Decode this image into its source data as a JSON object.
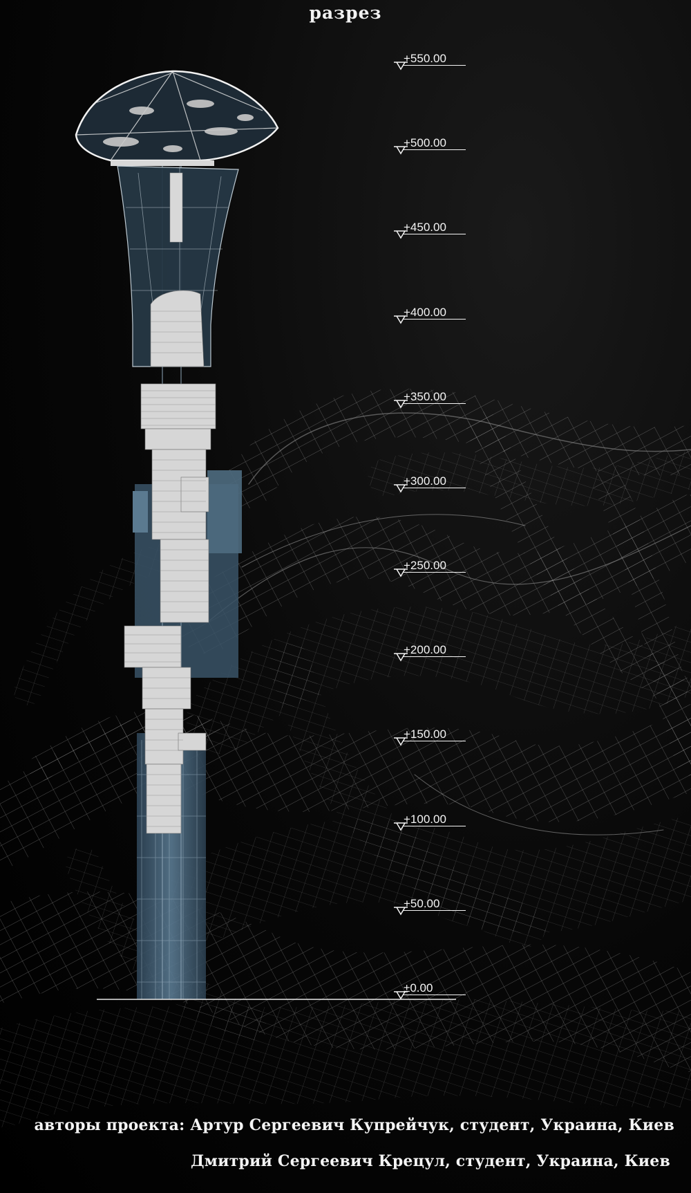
{
  "title": "разрез",
  "levels": [
    "+550.00",
    "+500.00",
    "+450.00",
    "+400.00",
    "+350.00",
    "+300.00",
    "+250.00",
    "+200.00",
    "+150.00",
    "+100.00",
    "+50.00",
    "±0.00"
  ],
  "credits": {
    "line1": "авторы проекта: Артур Сергеевич Купрейчук, студент, Украина, Киев",
    "line2": "Дмитрий Сергеевич Крецул, студент, Украина, Киев"
  },
  "colors": {
    "background": "#000000",
    "wireframe": "#cfcfcf",
    "text": "#f4f4f4",
    "tower": "#d8d8d8",
    "structure": "#3f5a6e"
  }
}
